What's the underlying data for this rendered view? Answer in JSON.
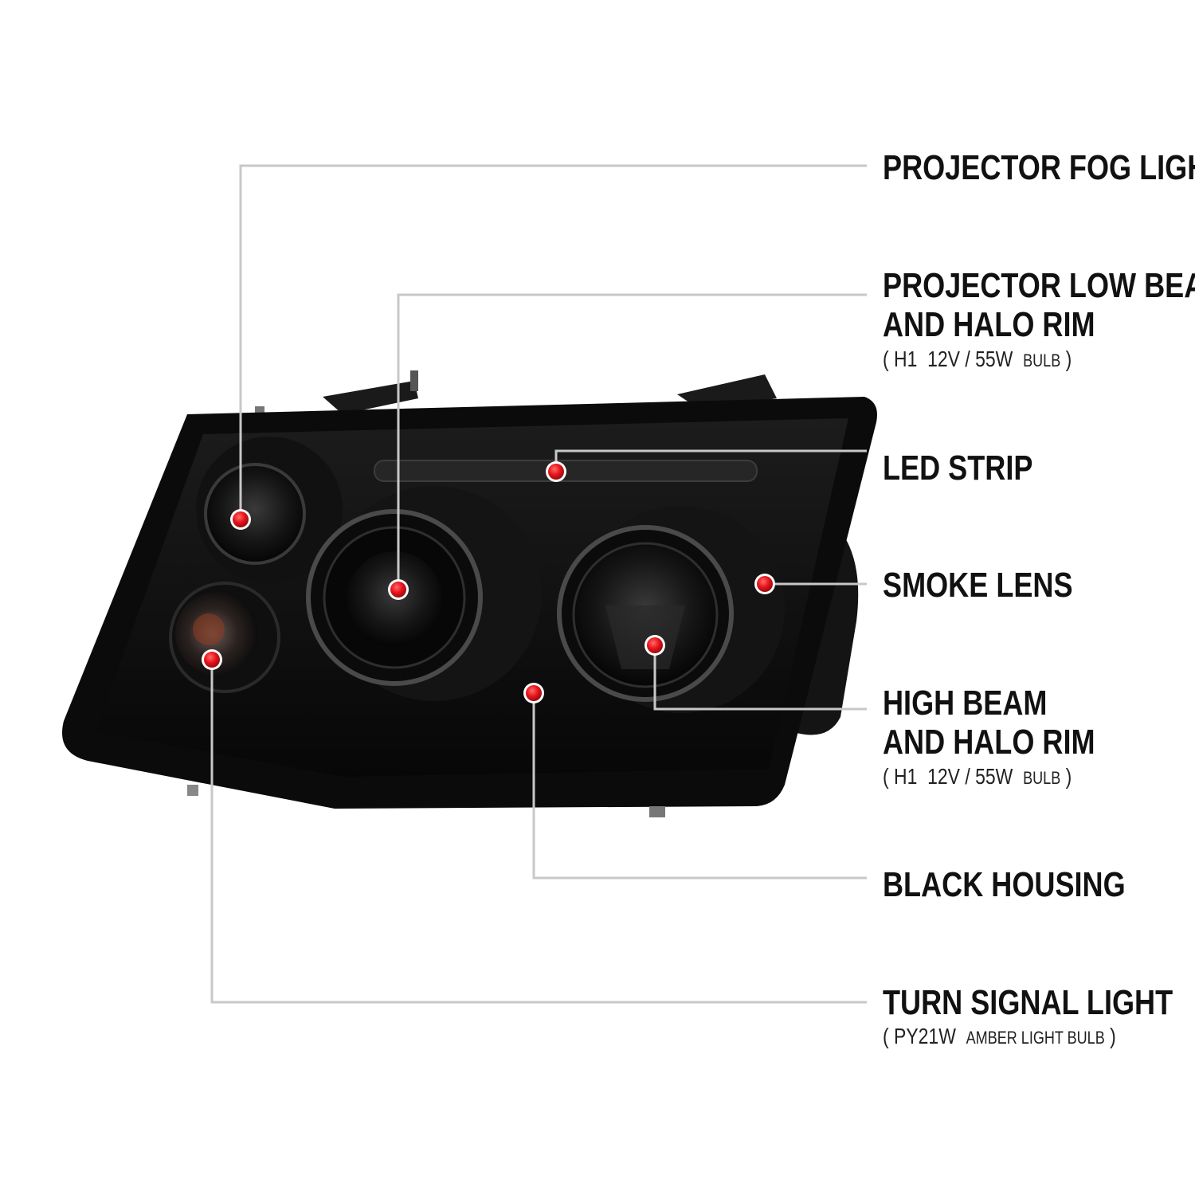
{
  "colors": {
    "background": "#ffffff",
    "leader_line": "#c8c8c8",
    "marker": "#e8141b",
    "text": "#111111",
    "housing": "#0b0b0b"
  },
  "callouts": [
    {
      "id": "fog",
      "lines": [
        "PROJECTOR FOG LIGHT"
      ],
      "spec": null
    },
    {
      "id": "lowbeam",
      "lines": [
        "PROJECTOR LOW BEAM",
        "AND HALO RIM"
      ],
      "spec": {
        "open": "(",
        "bulb": "H1",
        "rating": "12V / 55W",
        "note": "BULB",
        "close": ")"
      }
    },
    {
      "id": "led",
      "lines": [
        "LED STRIP"
      ],
      "spec": null
    },
    {
      "id": "smoke",
      "lines": [
        "SMOKE LENS"
      ],
      "spec": null
    },
    {
      "id": "highbeam",
      "lines": [
        "HIGH BEAM",
        "AND HALO RIM"
      ],
      "spec": {
        "open": "(",
        "bulb": "H1",
        "rating": "12V / 55W",
        "note": "BULB",
        "close": ")"
      }
    },
    {
      "id": "housing",
      "lines": [
        "BLACK HOUSING"
      ],
      "spec": null
    },
    {
      "id": "turn",
      "lines": [
        "TURN SIGNAL LIGHT"
      ],
      "spec": {
        "open": "(",
        "bulb": "PY21W",
        "rating": "",
        "note": "AMBER LIGHT BULB",
        "close": ")"
      }
    }
  ]
}
